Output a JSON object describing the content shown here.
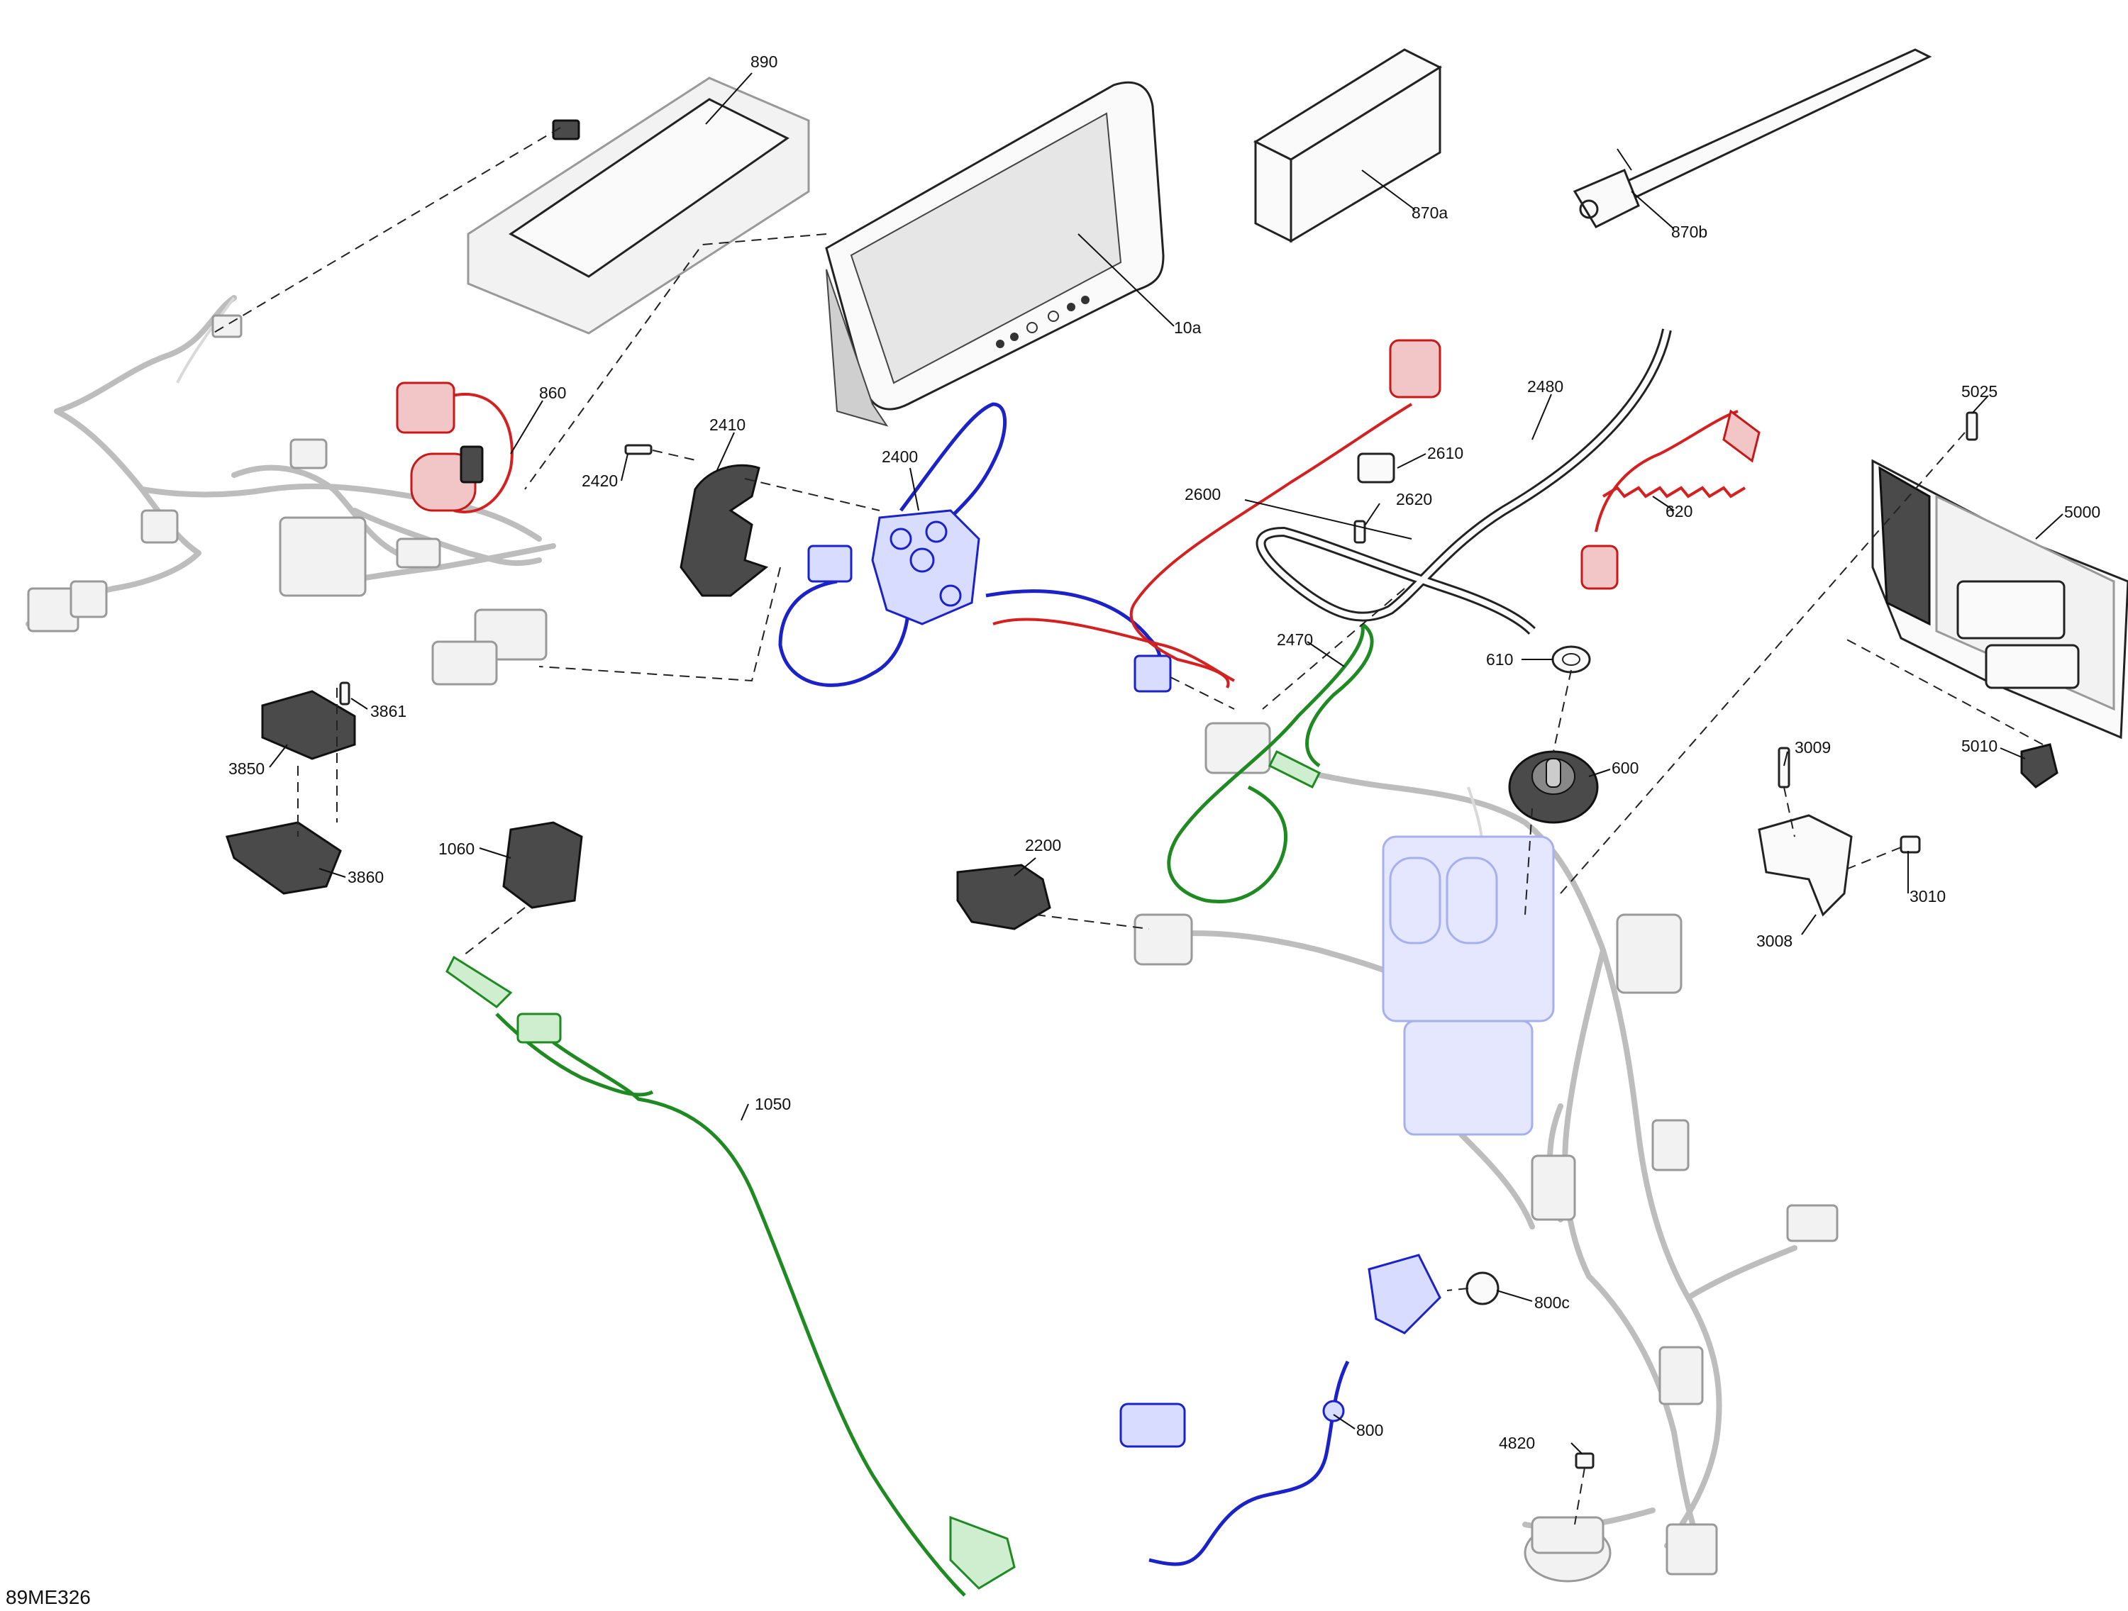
{
  "diagram": {
    "drawing_code": "89ME326",
    "callouts": {
      "c890": "890",
      "c10a": "10a",
      "c870a": "870a",
      "c870b": "870b",
      "c860": "860",
      "c2410": "2410",
      "c2420": "2420",
      "c2400": "2400",
      "c2480": "2480",
      "c2610": "2610",
      "c2600": "2600",
      "c2620": "2620",
      "c620": "620",
      "c5025": "5025",
      "c5000": "5000",
      "c610": "610",
      "c2470": "2470",
      "c600": "600",
      "c5010": "5010",
      "c3009": "3009",
      "c3010": "3010",
      "c3008": "3008",
      "c3861": "3861",
      "c3850": "3850",
      "c3860": "3860",
      "c1060": "1060",
      "c2200": "2200",
      "c1050": "1050",
      "c800c": "800c",
      "c800": "800",
      "c4820": "4820"
    },
    "colors": {
      "red_harness": "#d42020",
      "blue_harness": "#1a22c8",
      "green_harness": "#1f8a22",
      "main_harness": "#bdbdbd"
    }
  }
}
